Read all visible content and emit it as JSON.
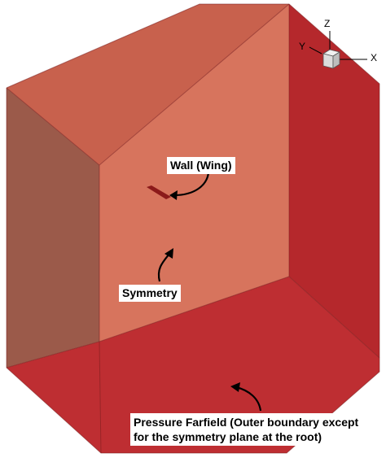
{
  "labels": {
    "wall": "Wall (Wing)",
    "symmetry": "Symmetry",
    "farfield_line1": "Pressure Farfield (Outer boundary except",
    "farfield_line2": "for the symmetry plane at the root)"
  },
  "axes": {
    "x": "X",
    "y": "Y",
    "z": "Z"
  },
  "colors": {
    "back_face": "#d97a62",
    "top_face": "#c8614d",
    "left_face": "#9b5a4a",
    "right_face": "#b5282c",
    "bottom_face": "#be2e32",
    "wing": "#8b1a1a",
    "edge": "#7a1d1d"
  }
}
